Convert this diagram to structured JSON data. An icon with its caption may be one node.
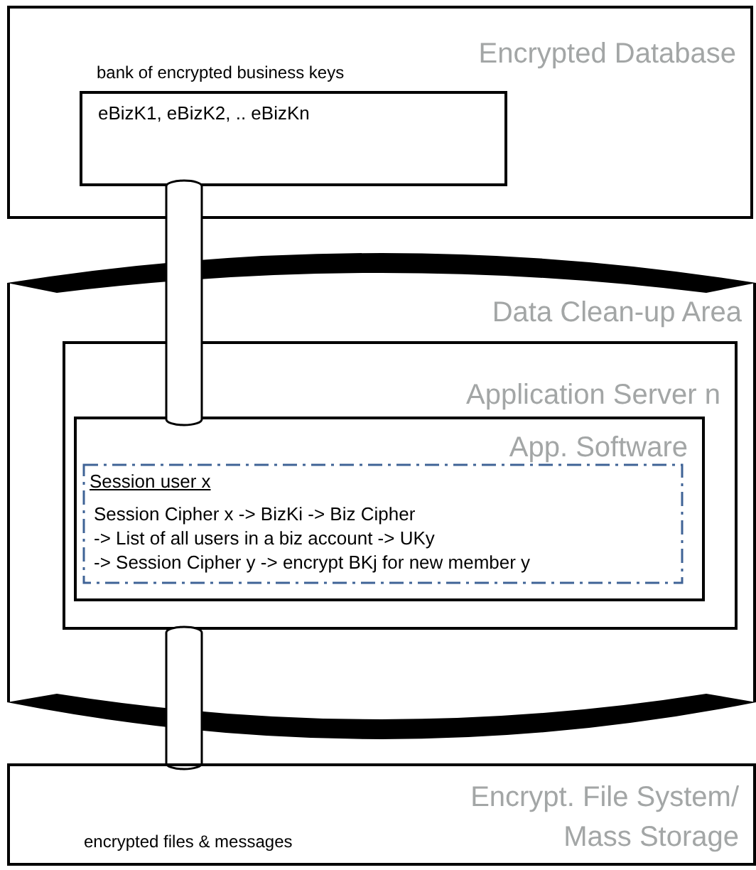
{
  "diagram": {
    "nodes": [
      {
        "text": [
          "Encrypted Database"
        ]
      },
      {
        "text": [
          "bank of encrypted business keys",
          "eBizK1, eBizK2, .. eBizKn"
        ],
        "in": 0
      },
      {
        "text": [
          "Data Clean-up Area"
        ]
      },
      {
        "text": [
          "Application Server  n"
        ],
        "in": 2
      },
      {
        "text": [
          "App. Software"
        ],
        "in": 3
      },
      {
        "text": [
          "Session user x",
          "Session Cipher x -> BizKi -> Biz Cipher",
          "-> List of all users in a biz account -> UKy",
          "-> Session Cipher y -> encrypt BKj for new member y"
        ],
        "in": 4
      },
      {
        "text": [
          "encrypted files & messages",
          "Encrypt. File System/ Mass Storage"
        ]
      }
    ],
    "edges": [
      {
        "from": 1,
        "to": 4,
        "arrow": "none"
      },
      {
        "from": 3,
        "to": 6,
        "arrow": "none"
      }
    ]
  }
}
